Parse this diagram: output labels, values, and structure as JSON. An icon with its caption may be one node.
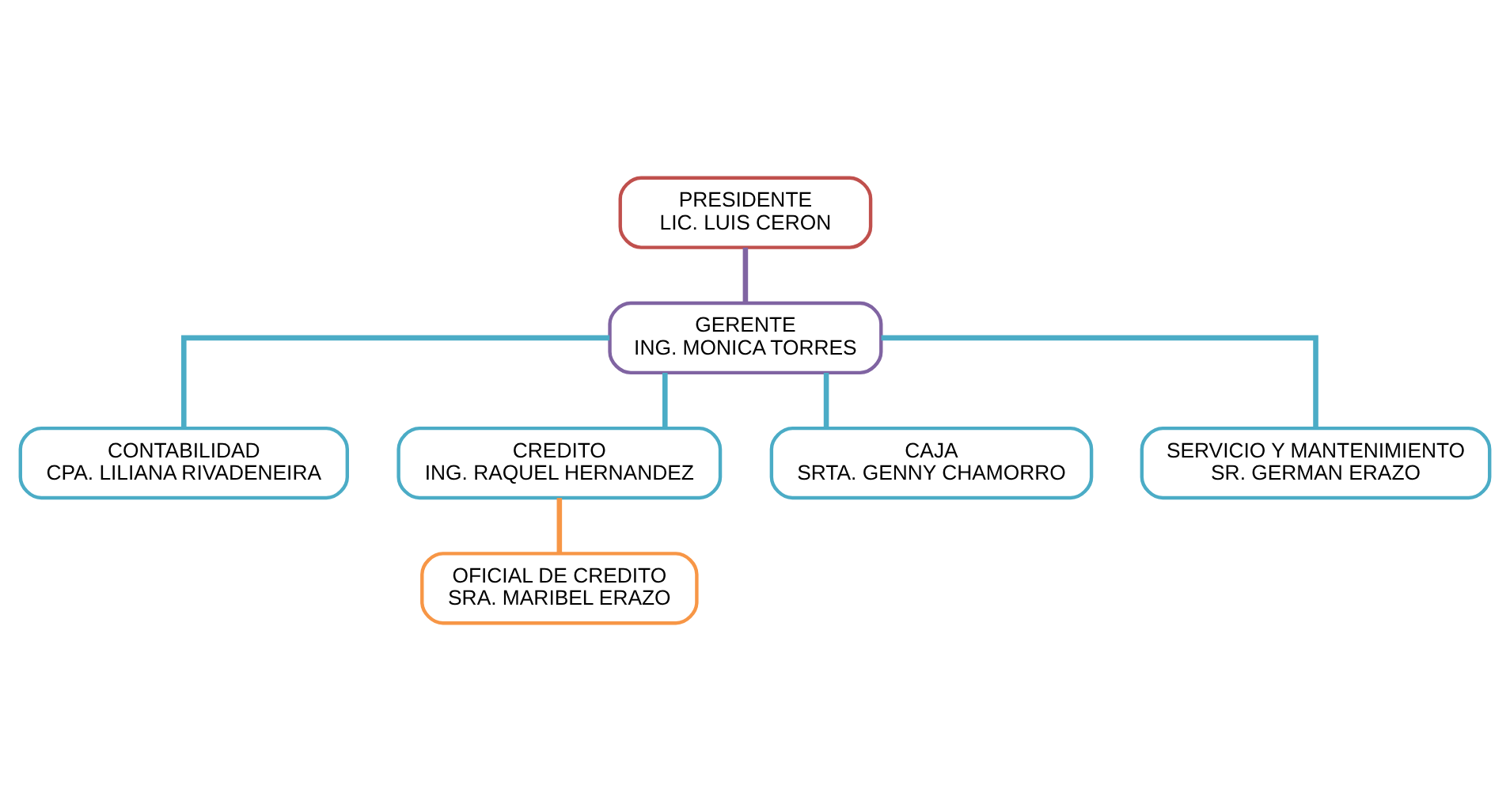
{
  "diagram": {
    "nodes": [
      {
        "text": [
          "PRESIDENTE",
          "LIC. LUIS CERON"
        ]
      },
      {
        "text": [
          "GERENTE",
          "ING. MONICA TORRES"
        ]
      },
      {
        "text": [
          "CONTABILIDAD",
          "CPA. LILIANA RIVADENEIRA"
        ]
      },
      {
        "text": [
          "CREDITO",
          "ING. RAQUEL HERNANDEZ"
        ]
      },
      {
        "text": [
          "CAJA",
          "SRTA. GENNY CHAMORRO"
        ]
      },
      {
        "text": [
          "SERVICIO Y MANTENIMIENTO",
          "SR. GERMAN ERAZO"
        ]
      },
      {
        "text": [
          "OFICIAL DE CREDITO",
          "SRA. MARIBEL ERAZO"
        ]
      }
    ],
    "edges": [
      {
        "from": 0,
        "to": 1,
        "arrow": "none",
        "color": "#8064a2"
      },
      {
        "from": 1,
        "to": 2,
        "arrow": "none"
      },
      {
        "from": 1,
        "to": 3,
        "arrow": "none"
      },
      {
        "from": 1,
        "to": 4,
        "arrow": "none"
      },
      {
        "from": 1,
        "to": 5,
        "arrow": "none"
      },
      {
        "from": 3,
        "to": 6,
        "arrow": "none",
        "color": "#f79646"
      }
    ]
  }
}
